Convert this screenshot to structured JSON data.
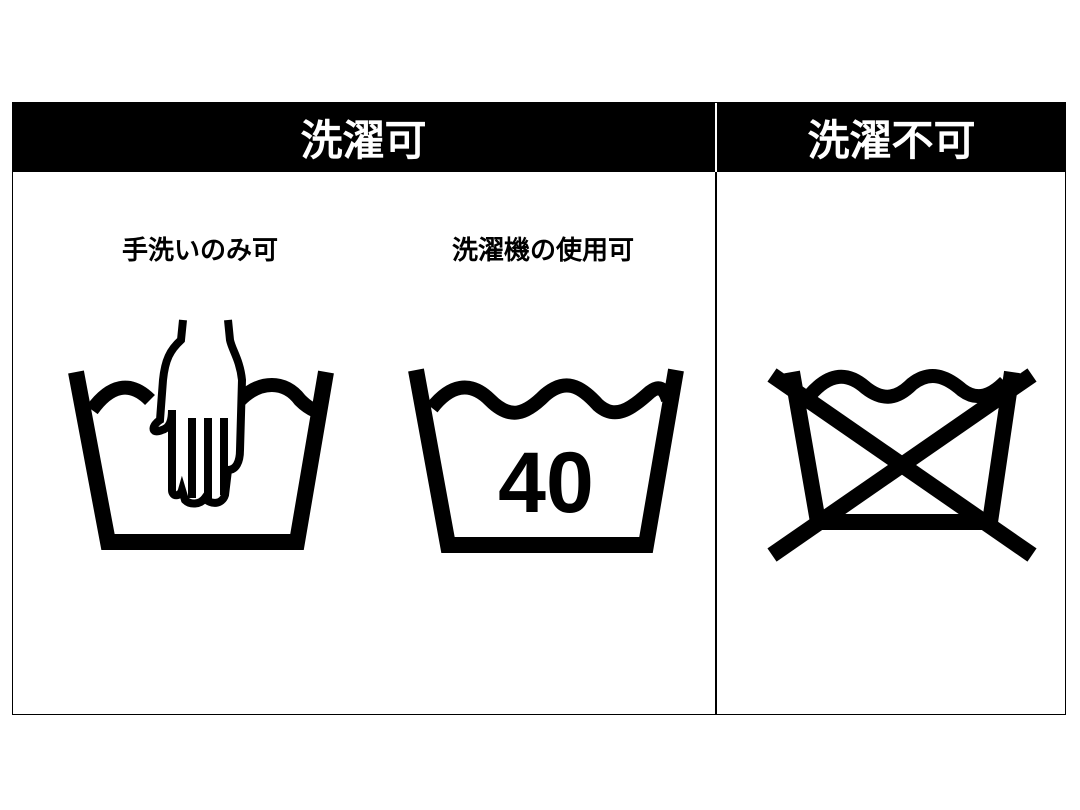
{
  "headers": {
    "washable": "洗濯可",
    "not_washable": "洗濯不可"
  },
  "symbols": [
    {
      "label": "手洗いのみ可",
      "icon": "hand-wash-tub-icon"
    },
    {
      "label": "洗濯機の使用可",
      "icon": "machine-wash-tub-icon",
      "temperature": "40"
    },
    {
      "icon": "do-not-wash-tub-icon"
    }
  ],
  "colors": {
    "ink": "#000000",
    "background": "#ffffff"
  }
}
